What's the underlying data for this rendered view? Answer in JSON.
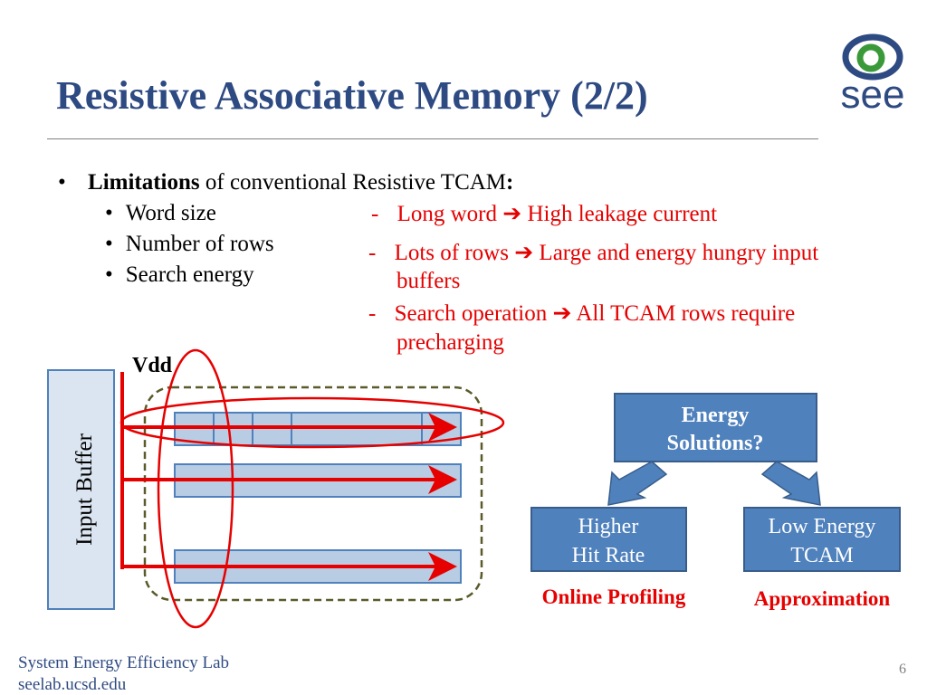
{
  "slide": {
    "title": "Resistive Associative Memory (2/2)",
    "page_number": "6"
  },
  "logo": {
    "text": "see"
  },
  "bullets": {
    "main_bold": "Limitations",
    "main_rest": " of conventional Resistive TCAM",
    "main_colon": ":",
    "items": [
      "Word size",
      "Number of rows",
      "Search energy"
    ]
  },
  "notes": {
    "dash": "-",
    "arrow": "➔",
    "note1_a": "Long word",
    "note1_b": "High leakage current",
    "note2_a": "Lots of rows",
    "note2_b": "Large and energy hungry input",
    "note2_c": "buffers",
    "note3_a": "Search operation",
    "note3_b": "All TCAM rows require",
    "note3_c": "precharging"
  },
  "diagram": {
    "vdd_label": "Vdd",
    "input_buffer_label": "Input Buffer",
    "energy_solutions_line1": "Energy",
    "energy_solutions_line2": "Solutions?",
    "higher_hit_rate_line1": "Higher",
    "higher_hit_rate_line2": "Hit Rate",
    "low_energy_tcam_line1": "Low Energy",
    "low_energy_tcam_line2": "TCAM",
    "online_profiling": "Online Profiling",
    "approximation": "Approximation"
  },
  "footer": {
    "lab": "System Energy Efficiency Lab",
    "url": "seelab.ucsd.edu"
  },
  "colors": {
    "title": "#2e4a82",
    "accent_red": "#e60000",
    "box_blue": "#4f81bd",
    "row_fill": "#b8cce4"
  }
}
